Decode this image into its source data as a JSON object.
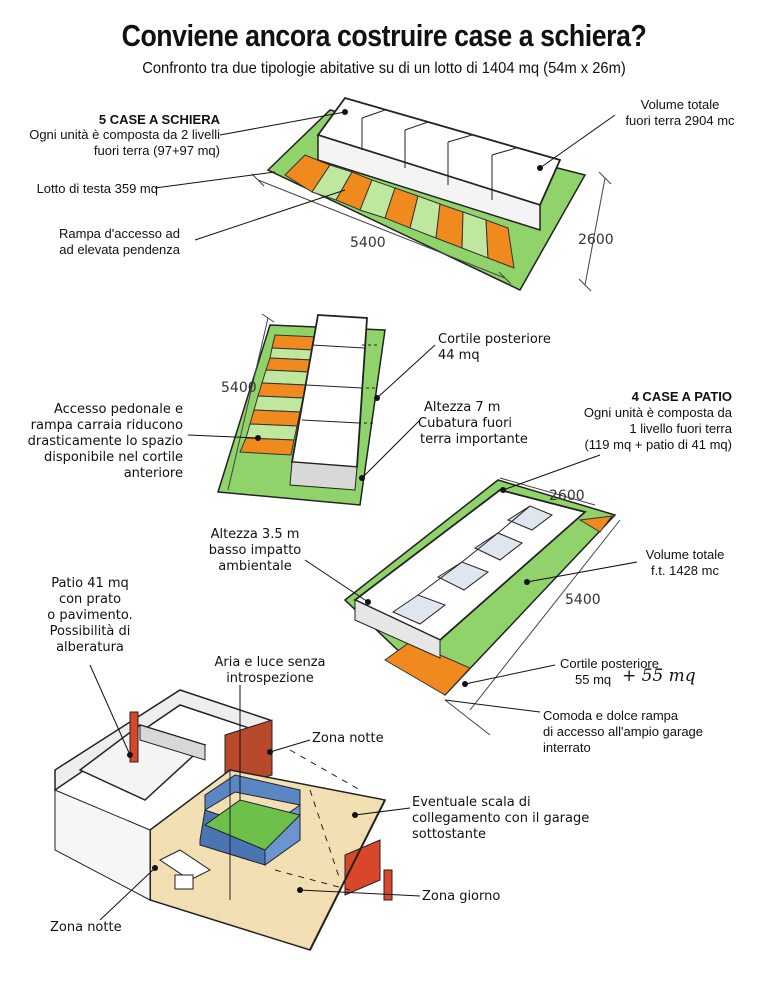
{
  "title": "Conviene ancora costruire case a schiera?",
  "subtitle": "Confronto  tra due tipologie abitative su di un lotto di 1404 mq (54m x 26m)",
  "schiera": {
    "heading": "5 CASE A SCHIERA",
    "desc": [
      "Ogni unità è composta da 2 livelli",
      "fuori terra  (97+97 mq)"
    ],
    "lotto": "Lotto di testa 359 mq",
    "rampa": [
      "Rampa d'accesso ad",
      "ad elevata pendenza"
    ],
    "volume": [
      "Volume totale",
      "fuori terra 2904 mc"
    ],
    "dim_long": "5400",
    "dim_short": "2600"
  },
  "middle": {
    "dim": "5400",
    "accesso": [
      "Accesso pedonale e",
      "rampa carraia riducono",
      "drasticamente lo spazio",
      "disponibile nel cortile",
      "anteriore"
    ],
    "cortile": [
      "Cortile posteriore",
      "44 mq"
    ],
    "altezza": [
      "Altezza 7 m",
      "Cubatura fuori",
      "terra importante"
    ]
  },
  "patio": {
    "heading": "4 CASE A PATIO",
    "desc": [
      "Ogni unità è composta da",
      "1 livello fuori terra",
      "(119 mq + patio di 41 mq)"
    ],
    "dim_short": "2600",
    "dim_long": "5400",
    "altezza": [
      "Altezza 3.5 m",
      "basso impatto",
      "ambientale"
    ],
    "volume": [
      "Volume totale",
      "f.t. 1428 mc"
    ],
    "cortile": [
      "Cortile posteriore",
      "55 mq"
    ],
    "cortile_hand": "+ 55 mq",
    "rampa": [
      "Comoda e dolce rampa",
      "di accesso all'ampio garage",
      "interrato"
    ]
  },
  "detail": {
    "patio_label": [
      "Patio 41 mq",
      "con prato",
      "o pavimento.",
      "Possibilità di",
      "alberatura"
    ],
    "aria": [
      "Aria e luce senza",
      "introspezione"
    ],
    "zona_notte_top": "Zona notte",
    "scala": [
      "Eventuale scala di",
      "collegamento con il garage",
      "sottostante"
    ],
    "zona_giorno": "Zona giorno",
    "zona_notte_bottom": "Zona notte"
  },
  "colors": {
    "green": "#8fd36a",
    "orange": "#f08a1e",
    "beige": "#f3dfb4",
    "glass": "#5b86c4",
    "red": "#d9472a"
  }
}
